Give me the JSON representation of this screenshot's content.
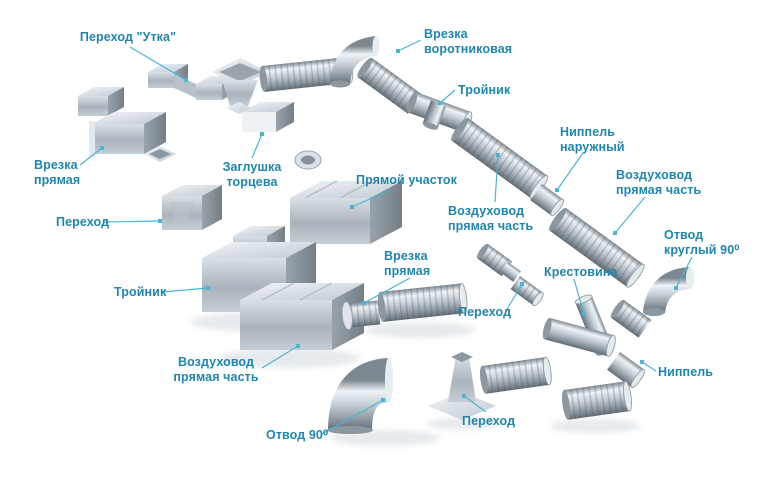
{
  "diagram": {
    "title": "Ventilation duct components diagram",
    "colors": {
      "background": "#ffffff",
      "label": "#1f86ad",
      "line": "#4ab5d6",
      "metal_light": "#eef3f6",
      "metal_dark": "#6e7880"
    },
    "labels": [
      {
        "id": "perekhod-utka",
        "text": "Переход \"Утка\""
      },
      {
        "id": "vrezka-vorotnikovaya",
        "text": "Врезка\nворотниковая"
      },
      {
        "id": "troynik-top",
        "text": "Тройник"
      },
      {
        "id": "nippel-naruzhnyy",
        "text": "Ниппель\nнаружный"
      },
      {
        "id": "vozdukhovod-right",
        "text": "Воздуховод\nпрямая часть"
      },
      {
        "id": "otvod-kruglyy-90",
        "text": "Отвод\nкруглый 90⁰"
      },
      {
        "id": "vrezka-pryamaya-left",
        "text": "Врезка\nпрямая"
      },
      {
        "id": "zaglushka-tortseva",
        "text": "Заглушка\nторцева"
      },
      {
        "id": "pryamoy-uchastok",
        "text": "Прямой участок"
      },
      {
        "id": "perekhod-left",
        "text": "Переход"
      },
      {
        "id": "vozdukhovod-center",
        "text": "Воздуховод\nпрямая часть"
      },
      {
        "id": "vrezka-pryamaya-center",
        "text": "Врезка\nпрямая"
      },
      {
        "id": "troynik-left",
        "text": "Тройник"
      },
      {
        "id": "krestovina",
        "text": "Крестовина"
      },
      {
        "id": "perekhod-center",
        "text": "Переход"
      },
      {
        "id": "vozdukhovod-bottom",
        "text": "Воздуховод\nпрямая часть"
      },
      {
        "id": "nippel",
        "text": "Ниппель"
      },
      {
        "id": "otvod-90",
        "text": "Отвод 90⁰"
      },
      {
        "id": "perekhod-bottom",
        "text": "Переход"
      }
    ]
  }
}
